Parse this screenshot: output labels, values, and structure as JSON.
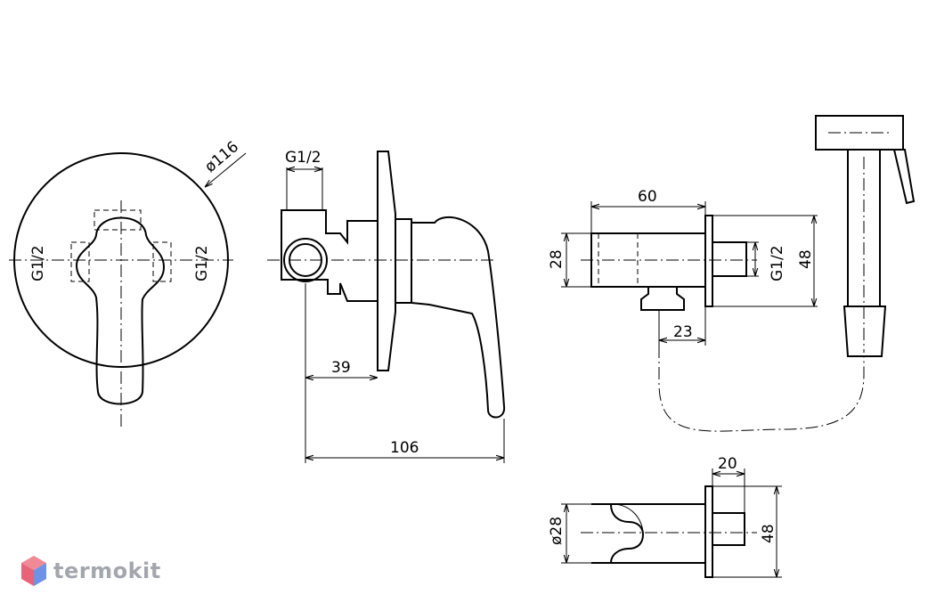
{
  "dimensions": {
    "front_diameter": "ø116",
    "front_thread_left": "G1/2",
    "front_thread_right": "G1/2",
    "side_thread": "G1/2",
    "side_depth": "39",
    "side_total_depth": "106",
    "outlet_length": "60",
    "outlet_height": "28",
    "outlet_thread": "G1/2",
    "outlet_plate": "48",
    "outlet_offset": "23",
    "holder_depth": "20",
    "holder_diameter": "ø28",
    "holder_plate": "48"
  },
  "watermark": {
    "text": "termokit",
    "colors": {
      "top": "#f08a96",
      "left": "#e8637a",
      "right": "#6e93e6"
    }
  }
}
